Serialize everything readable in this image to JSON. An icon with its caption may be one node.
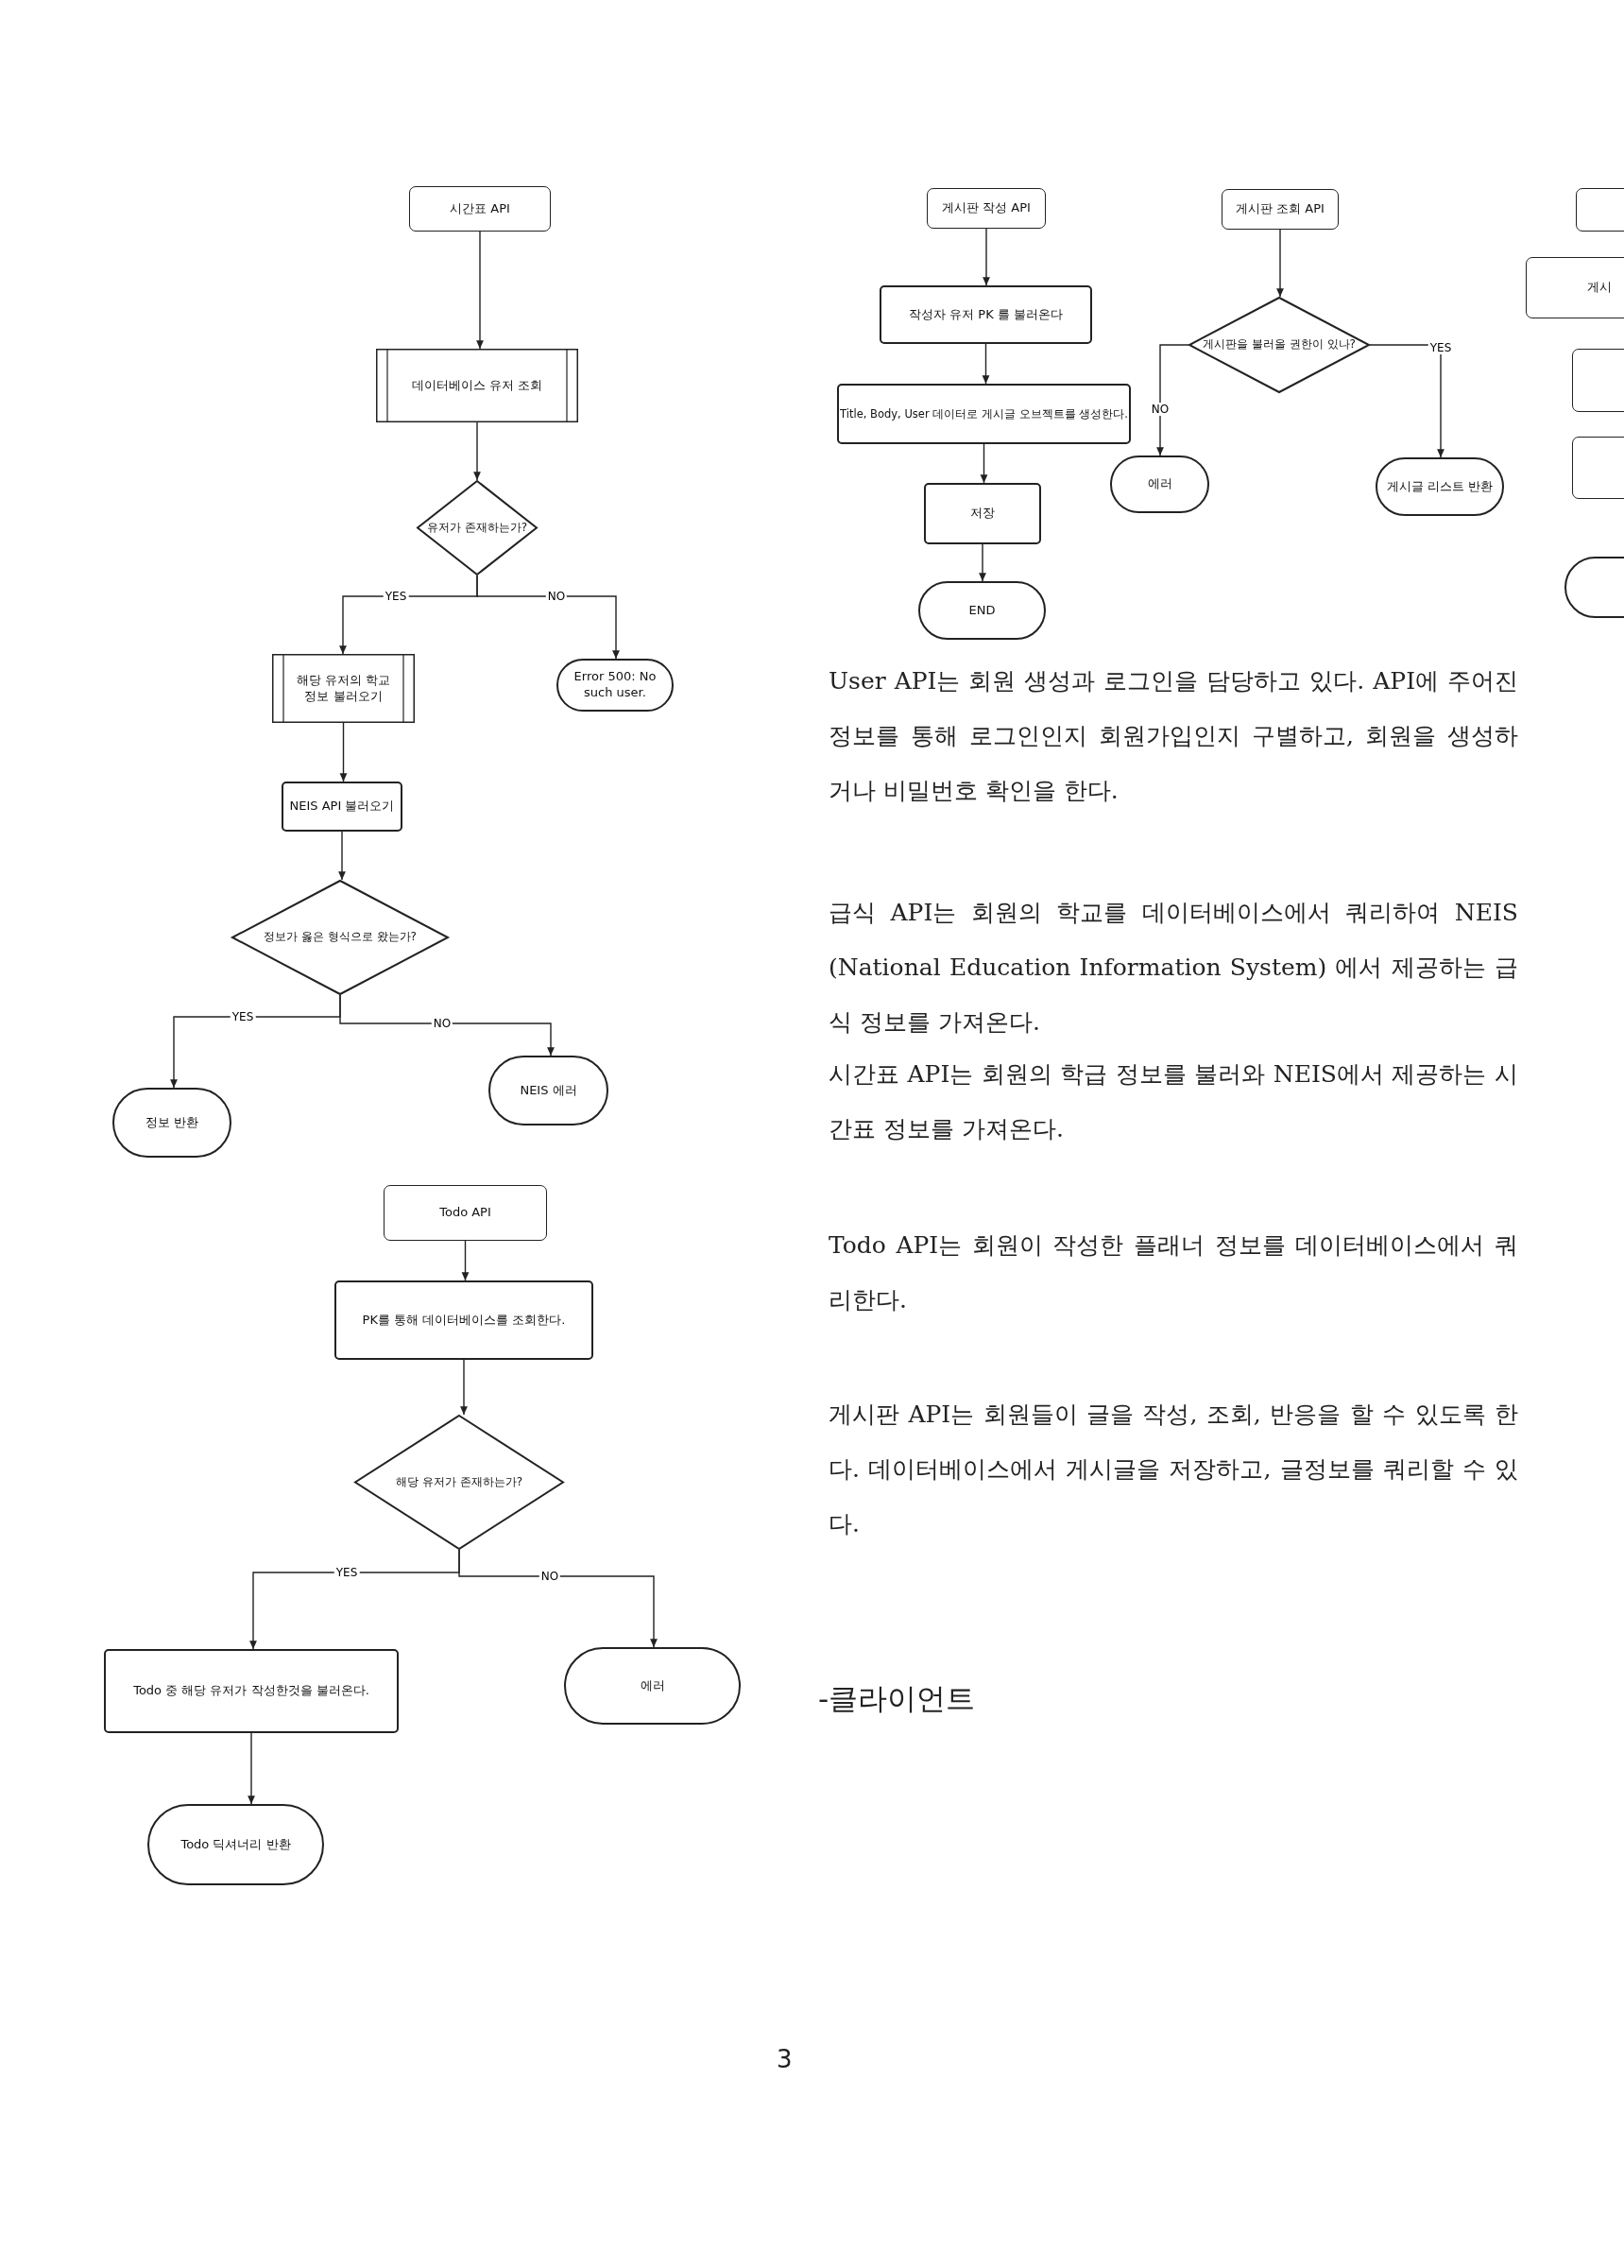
{
  "diagram": {
    "nodes": [
      {
        "text": [
          "시간표 API"
        ]
      },
      {
        "text": [
          "데이터베이스 유저 조회"
        ]
      },
      {
        "text": [
          "유저가 존재하는가?"
        ]
      },
      {
        "text": [
          "해당 유저의 학교 정보 불러오기"
        ]
      },
      {
        "text": [
          "Error 500: No such user."
        ]
      },
      {
        "text": [
          "NEIS API 불러오기"
        ]
      },
      {
        "text": [
          "정보가 옳은 형식으로 왔는가?"
        ]
      },
      {
        "text": [
          "정보 반환"
        ]
      },
      {
        "text": [
          "NEIS 에러"
        ]
      },
      {
        "text": [
          "Todo API"
        ]
      },
      {
        "text": [
          "PK를 통해 데이터베이스를 조회한다."
        ]
      },
      {
        "text": [
          "해당 유저가 존재하는가?"
        ]
      },
      {
        "text": [
          "Todo 중 해당 유저가 작성한것을 불러온다."
        ]
      },
      {
        "text": [
          "에러"
        ]
      },
      {
        "text": [
          "Todo 딕셔너리 반환"
        ]
      },
      {
        "text": [
          "게시판 작성 API"
        ]
      },
      {
        "text": [
          "작성자 유저 PK 를 불러온다"
        ]
      },
      {
        "text": [
          "Title, Body, User 데이터로 게시글 오브젝트를 생성한다."
        ]
      },
      {
        "text": [
          "저장"
        ]
      },
      {
        "text": [
          "END"
        ]
      },
      {
        "text": [
          "게시판 조회 API"
        ]
      },
      {
        "text": [
          "게시판을 불러올 권한이 있나?"
        ]
      },
      {
        "text": [
          "에러"
        ]
      },
      {
        "text": [
          "게시글 리스트 반환"
        ]
      },
      {
        "text": [],
        "shape": "box"
      },
      {
        "text": [
          "게시"
        ]
      },
      {
        "text": [],
        "shape": "box"
      },
      {
        "text": [],
        "shape": "box"
      },
      {
        "text": [],
        "shape": "circle"
      }
    ],
    "edges": [
      {
        "from": 0,
        "to": 1,
        "arrow": "to"
      },
      {
        "from": 1,
        "to": 2,
        "arrow": "to"
      },
      {
        "from": 2,
        "to": 3,
        "arrow": "to",
        "label": "YES"
      },
      {
        "from": 2,
        "to": 4,
        "arrow": "to",
        "label": "NO"
      },
      {
        "from": 3,
        "to": 5,
        "arrow": "to"
      },
      {
        "from": 5,
        "to": 6,
        "arrow": "to"
      },
      {
        "from": 6,
        "to": 7,
        "arrow": "to",
        "label": "YES"
      },
      {
        "from": 6,
        "to": 8,
        "arrow": "to",
        "label": "NO"
      },
      {
        "from": 9,
        "to": 10,
        "arrow": "to"
      },
      {
        "from": 10,
        "to": 11,
        "arrow": "to"
      },
      {
        "from": 11,
        "to": 12,
        "arrow": "to",
        "label": "YES"
      },
      {
        "from": 11,
        "to": 13,
        "arrow": "to",
        "label": "NO"
      },
      {
        "from": 12,
        "to": 14,
        "arrow": "to"
      },
      {
        "from": 15,
        "to": 16,
        "arrow": "to"
      },
      {
        "from": 16,
        "to": 17,
        "arrow": "to"
      },
      {
        "from": 17,
        "to": 18,
        "arrow": "to"
      },
      {
        "from": 18,
        "to": 19,
        "arrow": "to"
      },
      {
        "from": 20,
        "to": 21,
        "arrow": "to"
      },
      {
        "from": 21,
        "to": 22,
        "arrow": "to",
        "label": "NO"
      },
      {
        "from": 21,
        "to": 23,
        "arrow": "to",
        "label": "YES"
      }
    ],
    "labels": [
      "User API는 회원 생성과 로그인을 담당하고 있다. API에 주어진 정보를 통해 로그인인지 회원가입인지 구별하고, 회원을 생성하거나 비밀번호 확인을 한다.",
      "급식 API는 회원의 학교를 데이터베이스에서 쿼리하여 NEIS (National Education Information System) 에서 제공하는 급식 정보를 가져온다.",
      "시간표 API는 회원의 학급 정보를 불러와 NEIS에서 제공하는 시간표 정보를 가져온다.",
      "Todo API는 회원이 작성한 플래너 정보를 데이터베이스에서 쿼리한다.",
      "게시판 API는 회원들이 글을 작성, 조회, 반응을 할 수 있도록 한다. 데이터베이스에서 게시글을 저장하고, 글정보를 쿼리할 수 있다.",
      "-클라이언트",
      "3"
    ]
  }
}
